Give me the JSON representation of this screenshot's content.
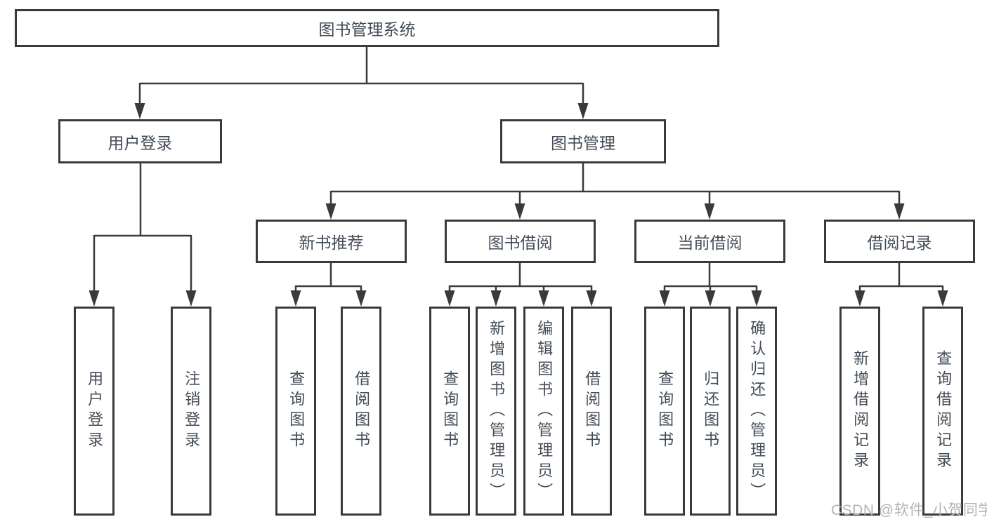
{
  "tree": {
    "label": "图书管理系统",
    "children": [
      {
        "label": "用户登录",
        "children": [
          {
            "label": "用户登录"
          },
          {
            "label": "注销登录"
          }
        ]
      },
      {
        "label": "图书管理",
        "children": [
          {
            "label": "新书推荐",
            "children": [
              {
                "label": "查询图书"
              },
              {
                "label": "借阅图书"
              }
            ]
          },
          {
            "label": "图书借阅",
            "children": [
              {
                "label": "查询图书"
              },
              {
                "label": "新增图书（管理员）"
              },
              {
                "label": "编辑图书（管理员）"
              },
              {
                "label": "借阅图书"
              }
            ]
          },
          {
            "label": "当前借阅",
            "children": [
              {
                "label": "查询图书"
              },
              {
                "label": "归还图书"
              },
              {
                "label": "确认归还（管理员）"
              }
            ]
          },
          {
            "label": "借阅记录",
            "children": [
              {
                "label": "新增借阅记录"
              },
              {
                "label": "查询借阅记录"
              }
            ]
          }
        ]
      }
    ]
  },
  "watermark": {
    "text": "CSDN @软件_小贺同学"
  },
  "colors": {
    "line": "#3a3a3a",
    "node_text": "#434c57",
    "watermark_text": "#b7b3b2",
    "background": "#ffffff"
  }
}
